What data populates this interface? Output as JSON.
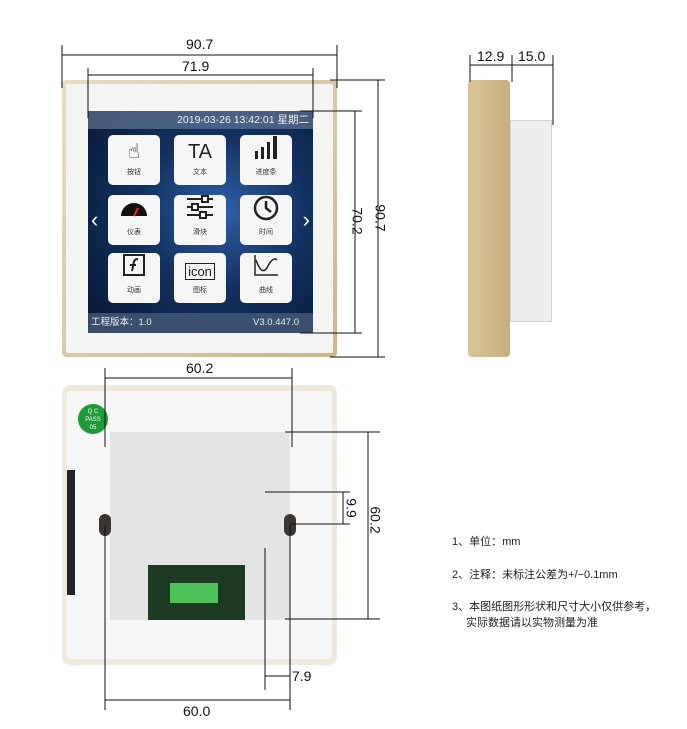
{
  "front_view": {
    "status_bar": "2019-03-26 13:42:01 星期二",
    "tiles": [
      {
        "icon": "hand-pointer-icon",
        "label": "按钮"
      },
      {
        "icon": "text-icon",
        "label": "文本"
      },
      {
        "icon": "progress-bars-icon",
        "label": "进度条"
      },
      {
        "icon": "gauge-icon",
        "label": "仪表"
      },
      {
        "icon": "sliders-icon",
        "label": "滑块"
      },
      {
        "icon": "clock-icon",
        "label": "时间"
      },
      {
        "icon": "flash-animation-icon",
        "label": "动画"
      },
      {
        "icon": "icon-text-icon",
        "label": "图标",
        "glyph": "icon"
      },
      {
        "icon": "curve-chart-icon",
        "label": "曲线"
      }
    ],
    "text_glyph": "TA",
    "footer_left": "工程版本：1.0",
    "footer_right": "V3.0.447.0",
    "dim_width_outer": "90.7",
    "dim_width_screen": "71.9",
    "dim_height_screen": "70.2",
    "dim_height_outer": "90.7"
  },
  "side_view": {
    "dim_front": "12.9",
    "dim_back": "15.0"
  },
  "back_view": {
    "qc_label": "Q C",
    "qc_pass": "PASS",
    "qc_num": "05",
    "dim_top": "60.2",
    "dim_right": "60.2",
    "dim_offset": "9.9",
    "dim_small": "7.9",
    "dim_bottom": "60.0"
  },
  "notes": [
    "1、单位：mm",
    "2、注释：未标注公差为+/−0.1mm",
    "3、本图纸图形形状和尺寸大小仅供参考，",
    "实际数据请以实物测量为准"
  ]
}
